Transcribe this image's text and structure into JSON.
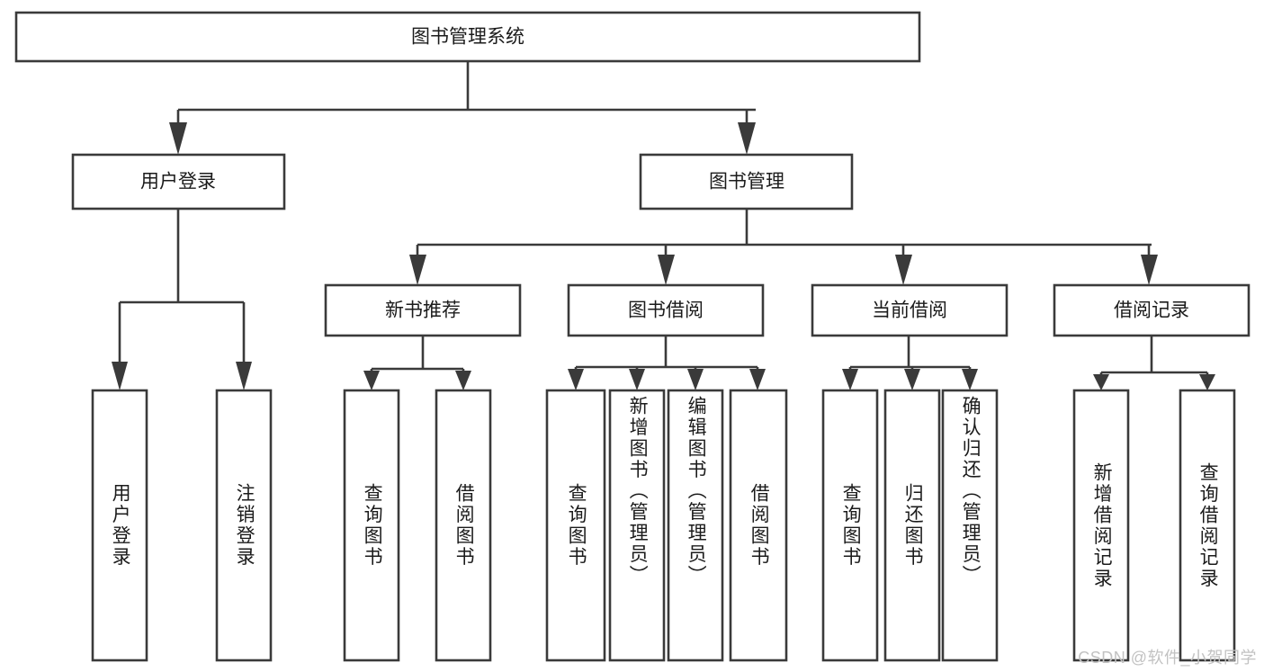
{
  "diagram": {
    "title": "图书管理系统",
    "type": "hierarchy-tree",
    "root": {
      "id": "root",
      "label": "图书管理系统"
    },
    "level2": [
      {
        "id": "user-login",
        "label": "用户登录"
      },
      {
        "id": "book-manage",
        "label": "图书管理"
      }
    ],
    "level3": [
      {
        "id": "new-book-recommend",
        "label": "新书推荐"
      },
      {
        "id": "book-borrow",
        "label": "图书借阅"
      },
      {
        "id": "current-borrow",
        "label": "当前借阅"
      },
      {
        "id": "borrow-record",
        "label": "借阅记录"
      }
    ],
    "leaves": {
      "user_login": [
        {
          "id": "leaf-user-login",
          "label": "用户登录"
        },
        {
          "id": "leaf-logout-login",
          "label": "注销登录"
        }
      ],
      "new_book_recommend": [
        {
          "id": "leaf-query-book-1",
          "label": "查询图书"
        },
        {
          "id": "leaf-borrow-book-1",
          "label": "借阅图书"
        }
      ],
      "book_borrow": [
        {
          "id": "leaf-query-book-2",
          "label": "查询图书"
        },
        {
          "id": "leaf-add-book",
          "label": "新增图书（管理员）"
        },
        {
          "id": "leaf-edit-book",
          "label": "编辑图书（管理员）"
        },
        {
          "id": "leaf-borrow-book-2",
          "label": "借阅图书"
        }
      ],
      "current_borrow": [
        {
          "id": "leaf-query-book-3",
          "label": "查询图书"
        },
        {
          "id": "leaf-return-book",
          "label": "归还图书"
        },
        {
          "id": "leaf-confirm-return",
          "label": "确认归还（管理员）"
        }
      ],
      "borrow_record": [
        {
          "id": "leaf-add-record",
          "label": "新增借阅记录"
        },
        {
          "id": "leaf-query-record",
          "label": "查询借阅记录"
        }
      ]
    }
  },
  "watermark": {
    "text": "CSDN @软件_小贺同学"
  },
  "colors": {
    "stroke": "#3a3a3a",
    "box_fill": "#ffffff",
    "text": "#1b1b1b",
    "watermark": "#c2c2c2",
    "background": "#ffffff"
  }
}
